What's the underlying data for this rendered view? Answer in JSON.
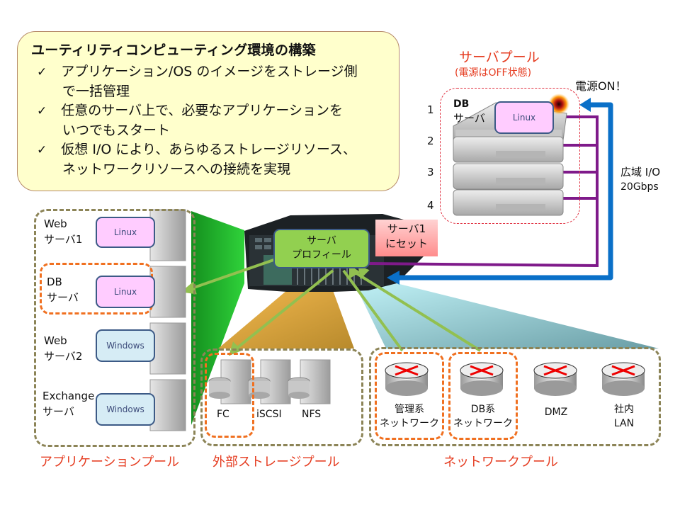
{
  "callout": {
    "title": "ユーティリティコンピューティング環境の構築",
    "check_icon": "✓",
    "bullets": [
      {
        "line1": "アプリケーション/OS のイメージをストレージ側",
        "line2": "で一括管理"
      },
      {
        "line1": "任意のサーバ上で、必要なアプリケーションを",
        "line2": "いつでもスタート"
      },
      {
        "line1": "仮想 I/O により、あらゆるストレージリソース、",
        "line2": "ネットワークリソースへの接続を実現"
      }
    ]
  },
  "server_pool": {
    "title": "サーバプール",
    "subtitle": "(電源はOFF状態)",
    "power_on_label": "電源ON！",
    "slot_numbers": [
      "1",
      "2",
      "3",
      "4"
    ],
    "active_server": {
      "name_line1": "DB",
      "name_line2": "サーバ",
      "os": "Linux"
    },
    "wan_io": {
      "line1": "広域 I/O",
      "line2": "20Gbps"
    }
  },
  "chassis": {
    "profile_line1": "サーバ",
    "profile_line2": "プロフィール",
    "set_line1": "サーバ1",
    "set_line2": "にセット"
  },
  "application_pool": {
    "label": "アプリケーションプール",
    "servers": [
      {
        "name_line1": "Web",
        "name_line2": "サーバ1",
        "os": "Linux",
        "os_type": "linux",
        "highlighted": false
      },
      {
        "name_line1": "DB",
        "name_line2": "サーバ",
        "os": "Linux",
        "os_type": "linux",
        "highlighted": true
      },
      {
        "name_line1": "Web",
        "name_line2": "サーバ2",
        "os": "Windows",
        "os_type": "windows",
        "highlighted": false
      },
      {
        "name_line1": "Exchange",
        "name_line2": "サーバ",
        "os": "Windows",
        "os_type": "windows",
        "highlighted": false
      }
    ]
  },
  "storage_pool": {
    "label": "外部ストレージプール",
    "items": [
      {
        "name": "FC",
        "highlighted": true
      },
      {
        "name": "iSCSI",
        "highlighted": false
      },
      {
        "name": "NFS",
        "highlighted": false
      }
    ]
  },
  "network_pool": {
    "label": "ネットワークプール",
    "items": [
      {
        "line1": "管理系",
        "line2": "ネットワーク",
        "highlighted": true
      },
      {
        "line1": "DB系",
        "line2": "ネットワーク",
        "highlighted": true
      },
      {
        "line1": "DMZ",
        "line2": "",
        "highlighted": false
      },
      {
        "line1": "社内",
        "line2": "LAN",
        "highlighted": false
      }
    ]
  },
  "colors": {
    "callout_bg": "#ffffcc",
    "pool_label": "#e53b1f",
    "highlight_dash": "#f07020",
    "pool_dash": "#8c8457",
    "profile_bg": "#92d050",
    "linux_bg": "#ffccff",
    "windows_bg": "#d6ecf5",
    "purple_link": "#7f1a8a",
    "blue_link": "#0a70c8",
    "connector_green": "#92c050"
  }
}
